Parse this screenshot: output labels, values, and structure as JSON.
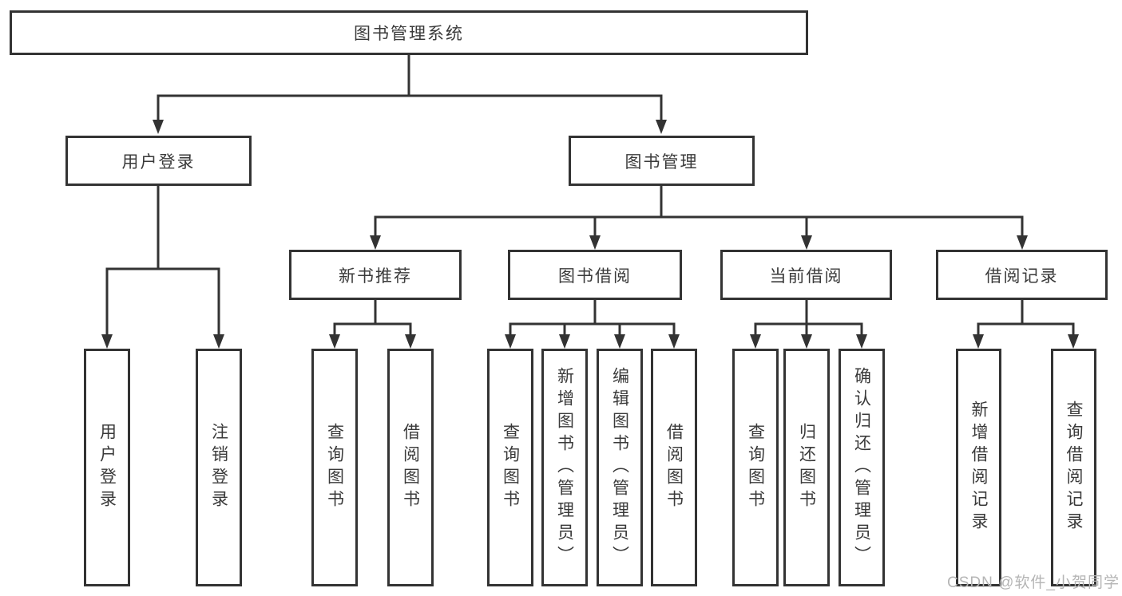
{
  "nodes": {
    "root": "图书管理系统",
    "user_login": "用户登录",
    "book_management": "图书管理",
    "new_book_recommend": "新书推荐",
    "book_borrowing": "图书借阅",
    "current_borrowing": "当前借阅",
    "borrowing_records": "借阅记录",
    "user_login_leaf": "用户登录",
    "logout_leaf": "注销登录",
    "nb_query_books": "查询图书",
    "nb_borrow_books": "借阅图书",
    "bb_query_books": "查询图书",
    "bb_add_books": "新增图书（管理员）",
    "bb_edit_books": "编辑图书（管理员）",
    "bb_borrow_books": "借阅图书",
    "cb_query_books": "查询图书",
    "cb_return_books": "归还图书",
    "cb_confirm_return": "确认归还（管理员）",
    "br_add_record": "新增借阅记录",
    "br_query_record": "查询借阅记录"
  },
  "hierarchy": {
    "图书管理系统": {
      "用户登录": [
        "用户登录",
        "注销登录"
      ],
      "图书管理": {
        "新书推荐": [
          "查询图书",
          "借阅图书"
        ],
        "图书借阅": [
          "查询图书",
          "新增图书（管理员）",
          "编辑图书（管理员）",
          "借阅图书"
        ],
        "当前借阅": [
          "查询图书",
          "归还图书",
          "确认归还（管理员）"
        ],
        "借阅记录": [
          "新增借阅记录",
          "查询借阅记录"
        ]
      }
    }
  },
  "watermark": "CSDN @软件_小贺同学",
  "colors": {
    "line": "#333333",
    "box_border": "#333333",
    "text": "#3a3a3a",
    "watermark": "#b5b5b5",
    "background": "#ffffff"
  }
}
